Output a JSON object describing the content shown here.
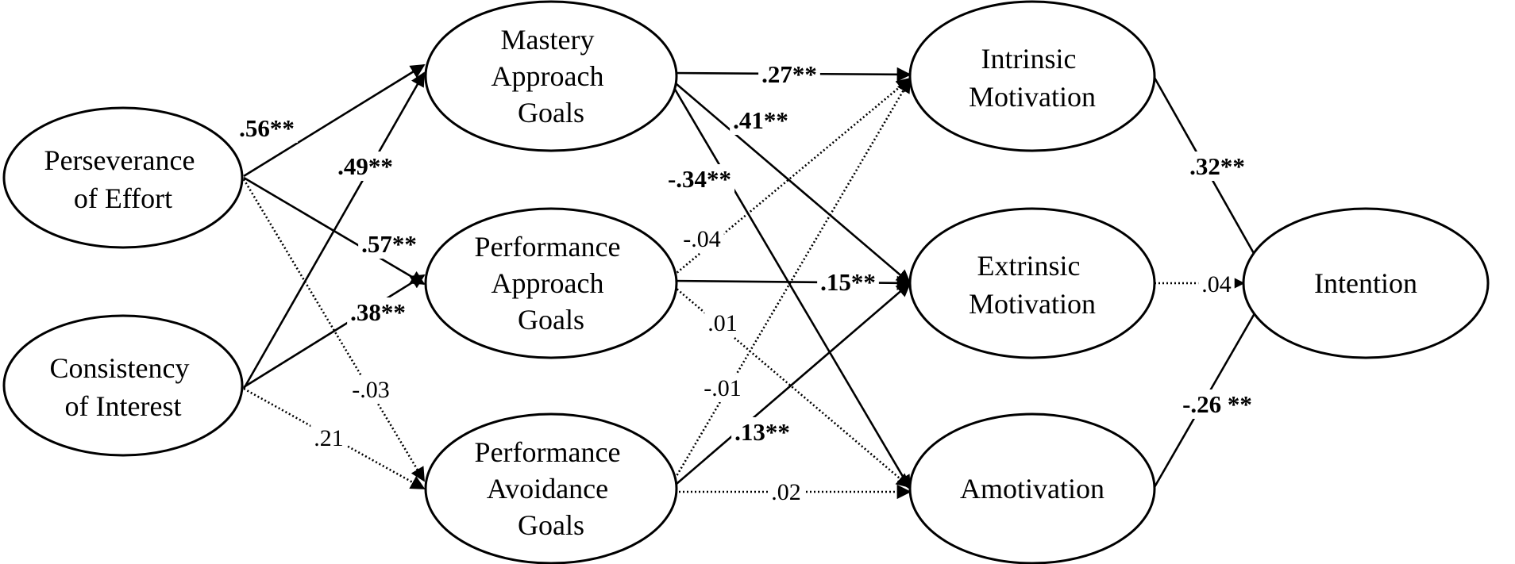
{
  "nodes": {
    "perseverance": [
      "Perseverance",
      "of Effort"
    ],
    "consistency": [
      "Consistency",
      "of Interest"
    ],
    "mastery_approach": [
      "Mastery",
      "Approach",
      "Goals"
    ],
    "performance_approach": [
      "Performance",
      "Approach",
      "Goals"
    ],
    "performance_avoidance": [
      "Performance",
      "Avoidance",
      "Goals"
    ],
    "intrinsic": [
      "Intrinsic",
      "Motivation"
    ],
    "extrinsic": [
      "Extrinsic",
      "Motivation"
    ],
    "amotivation": [
      "Amotivation"
    ],
    "intention": [
      "Intention"
    ]
  },
  "paths": [
    {
      "from": "perseverance",
      "to": "mastery_approach",
      "coef": ".56**",
      "significant": true
    },
    {
      "from": "consistency",
      "to": "mastery_approach",
      "coef": ".49**",
      "significant": true
    },
    {
      "from": "perseverance",
      "to": "performance_approach",
      "coef": ".57**",
      "significant": true
    },
    {
      "from": "consistency",
      "to": "performance_approach",
      "coef": ".38**",
      "significant": true
    },
    {
      "from": "perseverance",
      "to": "performance_avoidance",
      "coef": "-.03",
      "significant": false
    },
    {
      "from": "consistency",
      "to": "performance_avoidance",
      "coef": ".21",
      "significant": false
    },
    {
      "from": "mastery_approach",
      "to": "intrinsic",
      "coef": ".27**",
      "significant": true
    },
    {
      "from": "mastery_approach",
      "to": "extrinsic",
      "coef": ".41**",
      "significant": true
    },
    {
      "from": "mastery_approach",
      "to": "amotivation",
      "coef": "-.34**",
      "significant": true
    },
    {
      "from": "performance_approach",
      "to": "intrinsic",
      "coef": "-.04",
      "significant": false
    },
    {
      "from": "performance_approach",
      "to": "extrinsic",
      "coef": ".15**",
      "significant": true
    },
    {
      "from": "performance_approach",
      "to": "amotivation",
      "coef": ".01",
      "significant": false
    },
    {
      "from": "performance_avoidance",
      "to": "intrinsic",
      "coef": "-.01",
      "significant": false
    },
    {
      "from": "performance_avoidance",
      "to": "extrinsic",
      "coef": ".13**",
      "significant": true
    },
    {
      "from": "performance_avoidance",
      "to": "amotivation",
      "coef": ".02",
      "significant": false
    },
    {
      "from": "intrinsic",
      "to": "intention",
      "coef": ".32**",
      "significant": true
    },
    {
      "from": "extrinsic",
      "to": "intention",
      "coef": ".04",
      "significant": false
    },
    {
      "from": "amotivation",
      "to": "intention",
      "coef": "-.26 **",
      "significant": true
    }
  ]
}
